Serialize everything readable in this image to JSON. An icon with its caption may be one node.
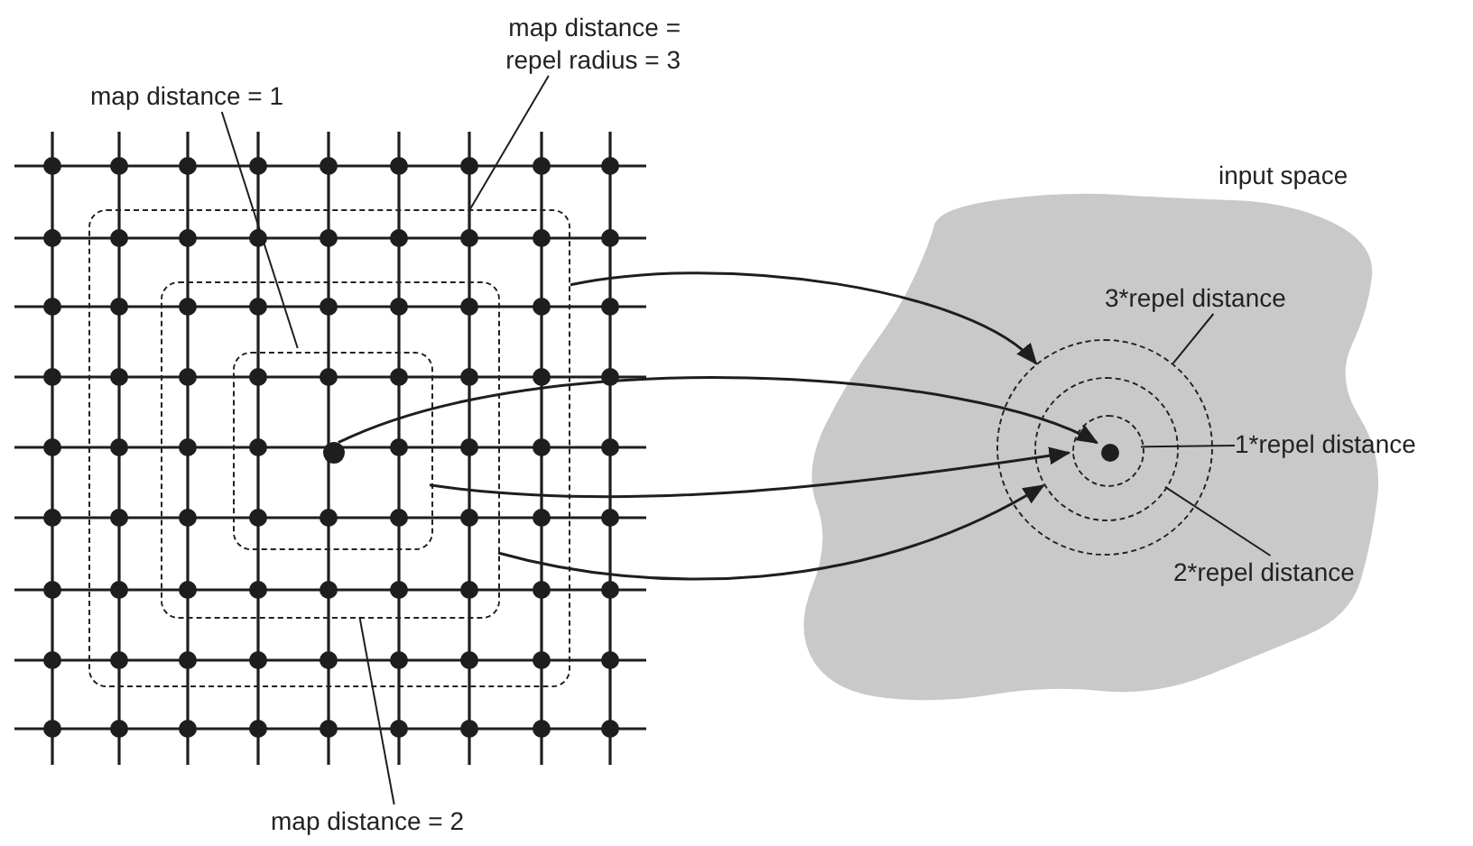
{
  "diagram": {
    "nodes": [
      {
        "text": [
          "map distance = repel radius = 3"
        ]
      },
      {
        "text": [
          "map distance = 1"
        ]
      },
      {
        "text": [
          "map distance = 2"
        ]
      },
      {
        "text": [
          "input space"
        ]
      },
      {
        "text": [],
        "shape": "box"
      },
      {
        "text": [],
        "shape": "box",
        "in": 4
      },
      {
        "text": [],
        "shape": "box",
        "in": 5
      },
      {
        "text": [],
        "shape": "circle",
        "in": 6
      },
      {
        "text": [],
        "shape": "circle",
        "in": 3
      },
      {
        "text": [],
        "shape": "circle",
        "in": 8
      },
      {
        "text": [],
        "shape": "circle",
        "in": 9
      },
      {
        "text": [],
        "shape": "circle",
        "in": 10
      },
      {
        "text": [
          "3*repel distance"
        ],
        "in": 3
      },
      {
        "text": [
          "1*repel distance"
        ]
      },
      {
        "text": [
          "2*repel distance"
        ],
        "in": 3
      }
    ],
    "edges": [
      {
        "from": 0,
        "to": 4,
        "arrow": "none"
      },
      {
        "from": 1,
        "to": 6,
        "arrow": "none"
      },
      {
        "from": 2,
        "to": 5,
        "arrow": "none"
      },
      {
        "from": 12,
        "to": 8,
        "arrow": "none"
      },
      {
        "from": 13,
        "to": 10,
        "arrow": "none"
      },
      {
        "from": 14,
        "to": 9,
        "arrow": "none"
      },
      {
        "from": 4,
        "to": 8,
        "arrow": "to"
      },
      {
        "from": 7,
        "to": 11,
        "arrow": "to"
      },
      {
        "from": 6,
        "to": 10,
        "arrow": "to"
      },
      {
        "from": 5,
        "to": 9,
        "arrow": "to"
      }
    ]
  }
}
